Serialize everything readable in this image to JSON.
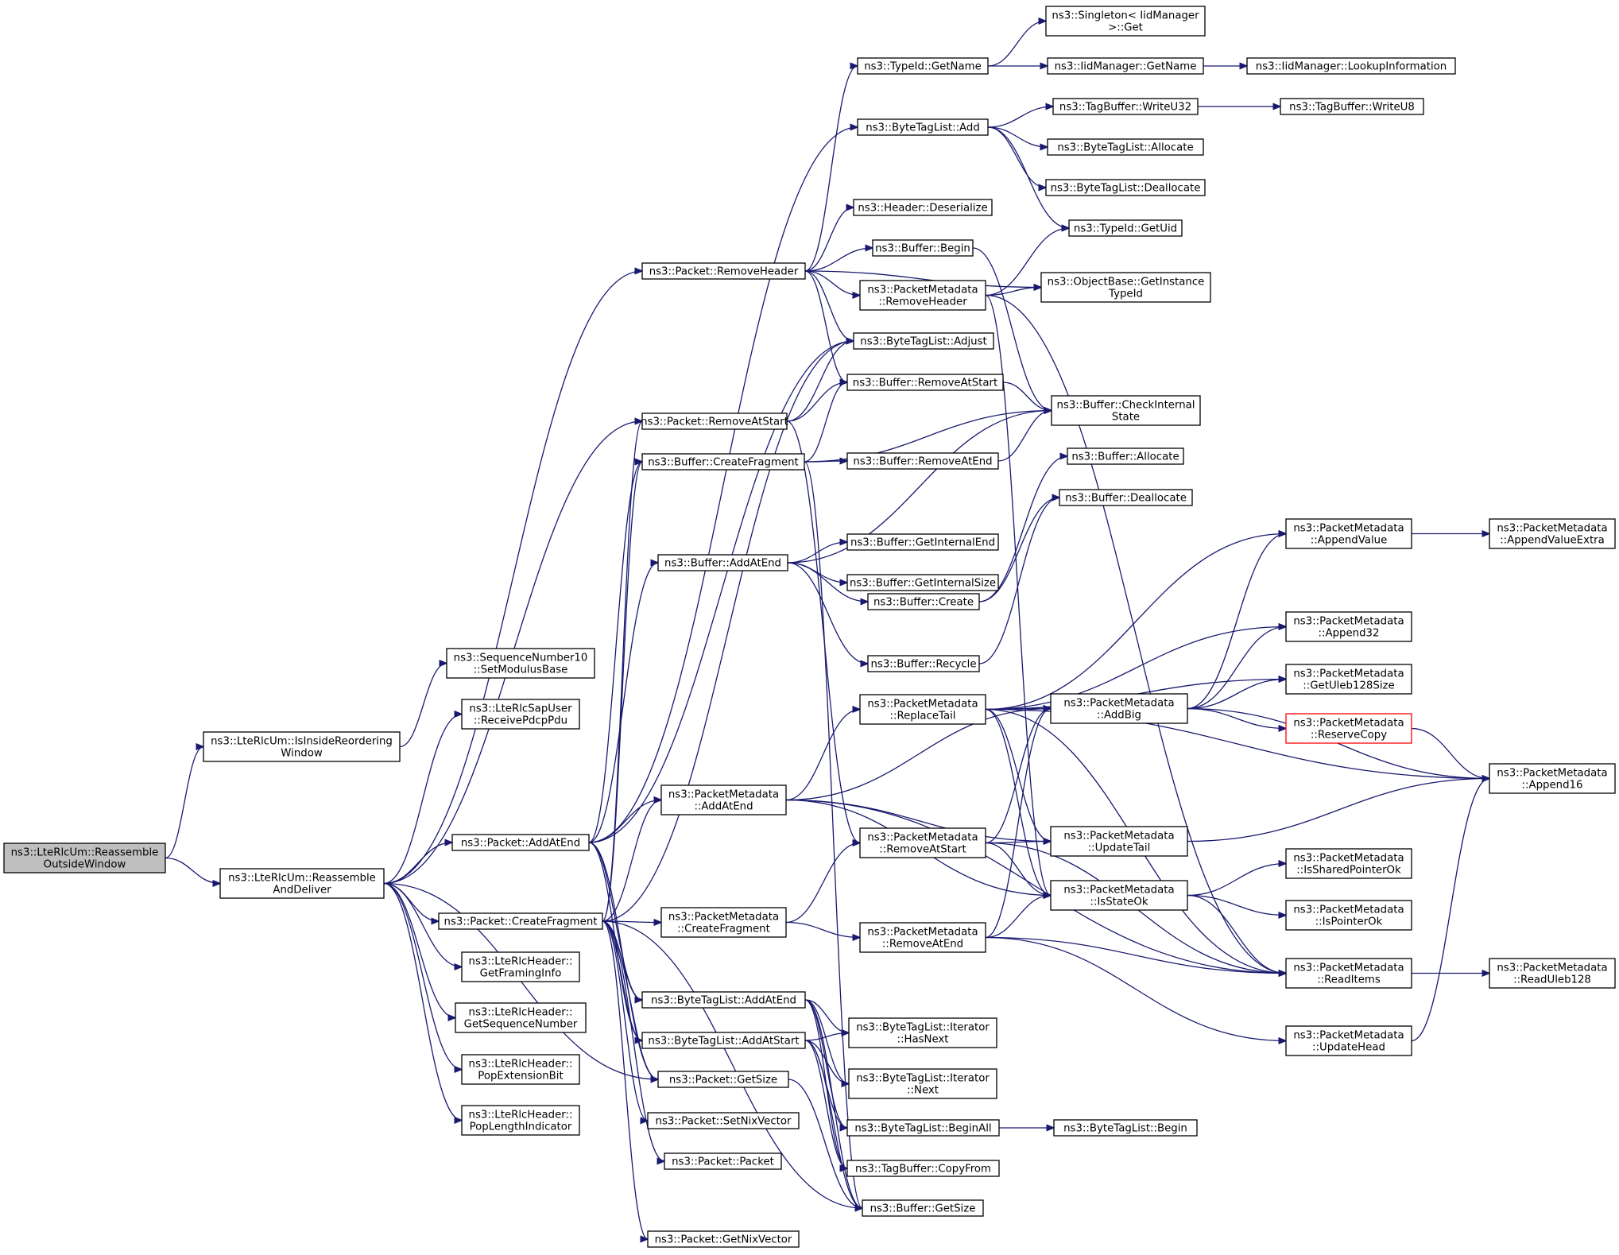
{
  "colors": {
    "edge": "#191970",
    "root_fill": "#bfbfbf",
    "highlight_border": "#ff0000"
  },
  "nodes": {
    "n0": [
      "ns3::LteRlcUm::Reassemble",
      "OutsideWindow"
    ],
    "n1": [
      "ns3::LteRlcUm::IsInsideReordering",
      "Window"
    ],
    "n2": [
      "ns3::LteRlcUm::Reassemble",
      "AndDeliver"
    ],
    "n3": [
      "ns3::SequenceNumber10",
      "::SetModulusBase"
    ],
    "n4": [
      "ns3::LteRlcSapUser",
      "::ReceivePdcpPdu"
    ],
    "n5": [
      "ns3::Packet::AddAtEnd"
    ],
    "n6": [
      "ns3::Packet::CreateFragment"
    ],
    "n7": [
      "ns3::LteRlcHeader::",
      "GetFramingInfo"
    ],
    "n8": [
      "ns3::LteRlcHeader::",
      "GetSequenceNumber"
    ],
    "n9": [
      "ns3::LteRlcHeader::",
      "PopExtensionBit"
    ],
    "n10": [
      "ns3::LteRlcHeader::",
      "PopLengthIndicator"
    ],
    "n11": [
      "ns3::Packet::RemoveHeader"
    ],
    "n12": [
      "ns3::Packet::RemoveAtStart"
    ],
    "n13": [
      "ns3::Buffer::CreateFragment"
    ],
    "n14": [
      "ns3::Buffer::AddAtEnd"
    ],
    "n15": [
      "ns3::PacketMetadata",
      "::AddAtEnd"
    ],
    "n16": [
      "ns3::PacketMetadata",
      "::CreateFragment"
    ],
    "n17": [
      "ns3::ByteTagList::AddAtEnd"
    ],
    "n18": [
      "ns3::ByteTagList::AddAtStart"
    ],
    "n19": [
      "ns3::Packet::GetSize"
    ],
    "n20": [
      "ns3::Packet::SetNixVector"
    ],
    "n21": [
      "ns3::Packet::Packet"
    ],
    "n22": [
      "ns3::Packet::GetNixVector"
    ],
    "n23": [
      "ns3::TypeId::GetName"
    ],
    "n24": [
      "ns3::ByteTagList::Add"
    ],
    "n25": [
      "ns3::Header::Deserialize"
    ],
    "n26": [
      "ns3::Buffer::Begin"
    ],
    "n27": [
      "ns3::PacketMetadata",
      "::RemoveHeader"
    ],
    "n28": [
      "ns3::ByteTagList::Adjust"
    ],
    "n29": [
      "ns3::Buffer::RemoveAtStart"
    ],
    "n30": [
      "ns3::Buffer::RemoveAtEnd"
    ],
    "n31": [
      "ns3::Buffer::GetInternalEnd"
    ],
    "n32": [
      "ns3::Buffer::GetInternalSize"
    ],
    "n33": [
      "ns3::Buffer::Create"
    ],
    "n34": [
      "ns3::Buffer::Recycle"
    ],
    "n35": [
      "ns3::PacketMetadata",
      "::ReplaceTail"
    ],
    "n36": [
      "ns3::PacketMetadata",
      "::RemoveAtStart"
    ],
    "n37": [
      "ns3::PacketMetadata",
      "::RemoveAtEnd"
    ],
    "n38": [
      "ns3::ByteTagList::Iterator",
      "::HasNext"
    ],
    "n39": [
      "ns3::ByteTagList::Iterator",
      "::Next"
    ],
    "n40": [
      "ns3::ByteTagList::BeginAll"
    ],
    "n41": [
      "ns3::TagBuffer::CopyFrom"
    ],
    "n42": [
      "ns3::Buffer::GetSize"
    ],
    "n43": [
      "ns3::Singleton< IidManager",
      " >::Get"
    ],
    "n44": [
      "ns3::IidManager::GetName"
    ],
    "n45": [
      "ns3::TagBuffer::WriteU32"
    ],
    "n46": [
      "ns3::ByteTagList::Allocate"
    ],
    "n47": [
      "ns3::ByteTagList::Deallocate"
    ],
    "n48": [
      "ns3::TypeId::GetUid"
    ],
    "n49": [
      "ns3::ObjectBase::GetInstance",
      "TypeId"
    ],
    "n50": [
      "ns3::Buffer::CheckInternal",
      "State"
    ],
    "n51": [
      "ns3::Buffer::Allocate"
    ],
    "n52": [
      "ns3::Buffer::Deallocate"
    ],
    "n53": [
      "ns3::PacketMetadata",
      "::AddBig"
    ],
    "n54": [
      "ns3::PacketMetadata",
      "::UpdateTail"
    ],
    "n55": [
      "ns3::PacketMetadata",
      "::IsStateOk"
    ],
    "n56": [
      "ns3::ByteTagList::Begin"
    ],
    "n57": [
      "ns3::IidManager::LookupInformation"
    ],
    "n58": [
      "ns3::TagBuffer::WriteU8"
    ],
    "n59": [
      "ns3::PacketMetadata",
      "::AppendValue"
    ],
    "n60": [
      "ns3::PacketMetadata",
      "::Append32"
    ],
    "n61": [
      "ns3::PacketMetadata",
      "::GetUleb128Size"
    ],
    "n62": [
      "ns3::PacketMetadata",
      "::ReserveCopy"
    ],
    "n63": [
      "ns3::PacketMetadata",
      "::IsSharedPointerOk"
    ],
    "n64": [
      "ns3::PacketMetadata",
      "::IsPointerOk"
    ],
    "n65": [
      "ns3::PacketMetadata",
      "::ReadItems"
    ],
    "n66": [
      "ns3::PacketMetadata",
      "::UpdateHead"
    ],
    "n67": [
      "ns3::PacketMetadata",
      "::AppendValueExtra"
    ],
    "n68": [
      "ns3::PacketMetadata",
      "::Append16"
    ],
    "n69": [
      "ns3::PacketMetadata",
      "::ReadUleb128"
    ]
  },
  "edges": [
    [
      "n0",
      "n1"
    ],
    [
      "n0",
      "n2"
    ],
    [
      "n1",
      "n3"
    ],
    [
      "n2",
      "n4"
    ],
    [
      "n2",
      "n5"
    ],
    [
      "n2",
      "n6"
    ],
    [
      "n2",
      "n7"
    ],
    [
      "n2",
      "n8"
    ],
    [
      "n2",
      "n9"
    ],
    [
      "n2",
      "n10"
    ],
    [
      "n2",
      "n11"
    ],
    [
      "n2",
      "n12"
    ],
    [
      "n2",
      "n19"
    ],
    [
      "n5",
      "n13"
    ],
    [
      "n5",
      "n14"
    ],
    [
      "n5",
      "n15"
    ],
    [
      "n5",
      "n17"
    ],
    [
      "n5",
      "n18"
    ],
    [
      "n5",
      "n19"
    ],
    [
      "n5",
      "n28"
    ],
    [
      "n5",
      "n24"
    ],
    [
      "n6",
      "n12"
    ],
    [
      "n6",
      "n15"
    ],
    [
      "n6",
      "n13"
    ],
    [
      "n6",
      "n16"
    ],
    [
      "n6",
      "n17"
    ],
    [
      "n6",
      "n18"
    ],
    [
      "n6",
      "n19"
    ],
    [
      "n6",
      "n20"
    ],
    [
      "n6",
      "n21"
    ],
    [
      "n6",
      "n22"
    ],
    [
      "n6",
      "n28"
    ],
    [
      "n6",
      "n42"
    ],
    [
      "n11",
      "n23"
    ],
    [
      "n11",
      "n25"
    ],
    [
      "n11",
      "n26"
    ],
    [
      "n11",
      "n27"
    ],
    [
      "n11",
      "n28"
    ],
    [
      "n11",
      "n29"
    ],
    [
      "n11",
      "n49"
    ],
    [
      "n12",
      "n28"
    ],
    [
      "n12",
      "n29"
    ],
    [
      "n12",
      "n36"
    ],
    [
      "n13",
      "n29"
    ],
    [
      "n13",
      "n30"
    ],
    [
      "n13",
      "n50"
    ],
    [
      "n13",
      "n42"
    ],
    [
      "n14",
      "n31"
    ],
    [
      "n14",
      "n32"
    ],
    [
      "n14",
      "n33"
    ],
    [
      "n14",
      "n34"
    ],
    [
      "n14",
      "n50"
    ],
    [
      "n15",
      "n35"
    ],
    [
      "n15",
      "n53"
    ],
    [
      "n15",
      "n54"
    ],
    [
      "n15",
      "n55"
    ],
    [
      "n15",
      "n65"
    ],
    [
      "n16",
      "n36"
    ],
    [
      "n16",
      "n37"
    ],
    [
      "n17",
      "n38"
    ],
    [
      "n17",
      "n39"
    ],
    [
      "n17",
      "n40"
    ],
    [
      "n17",
      "n41"
    ],
    [
      "n17",
      "n42"
    ],
    [
      "n18",
      "n38"
    ],
    [
      "n18",
      "n39"
    ],
    [
      "n18",
      "n40"
    ],
    [
      "n18",
      "n41"
    ],
    [
      "n18",
      "n42"
    ],
    [
      "n19",
      "n42"
    ],
    [
      "n23",
      "n43"
    ],
    [
      "n23",
      "n44"
    ],
    [
      "n44",
      "n57"
    ],
    [
      "n24",
      "n45"
    ],
    [
      "n24",
      "n46"
    ],
    [
      "n24",
      "n47"
    ],
    [
      "n24",
      "n48"
    ],
    [
      "n45",
      "n58"
    ],
    [
      "n26",
      "n50"
    ],
    [
      "n27",
      "n48"
    ],
    [
      "n27",
      "n49"
    ],
    [
      "n27",
      "n55"
    ],
    [
      "n27",
      "n65"
    ],
    [
      "n29",
      "n50"
    ],
    [
      "n30",
      "n50"
    ],
    [
      "n33",
      "n51"
    ],
    [
      "n33",
      "n52"
    ],
    [
      "n34",
      "n52"
    ],
    [
      "n35",
      "n59"
    ],
    [
      "n35",
      "n60"
    ],
    [
      "n35",
      "n61"
    ],
    [
      "n35",
      "n53"
    ],
    [
      "n35",
      "n54"
    ],
    [
      "n35",
      "n55"
    ],
    [
      "n35",
      "n65"
    ],
    [
      "n35",
      "n68"
    ],
    [
      "n36",
      "n53"
    ],
    [
      "n36",
      "n54"
    ],
    [
      "n36",
      "n55"
    ],
    [
      "n36",
      "n65"
    ],
    [
      "n37",
      "n53"
    ],
    [
      "n37",
      "n55"
    ],
    [
      "n37",
      "n65"
    ],
    [
      "n37",
      "n66"
    ],
    [
      "n40",
      "n56"
    ],
    [
      "n53",
      "n59"
    ],
    [
      "n53",
      "n60"
    ],
    [
      "n53",
      "n61"
    ],
    [
      "n53",
      "n62"
    ],
    [
      "n53",
      "n68"
    ],
    [
      "n54",
      "n68"
    ],
    [
      "n55",
      "n63"
    ],
    [
      "n55",
      "n64"
    ],
    [
      "n55",
      "n65"
    ],
    [
      "n59",
      "n67"
    ],
    [
      "n62",
      "n68"
    ],
    [
      "n65",
      "n69"
    ],
    [
      "n66",
      "n68"
    ]
  ]
}
